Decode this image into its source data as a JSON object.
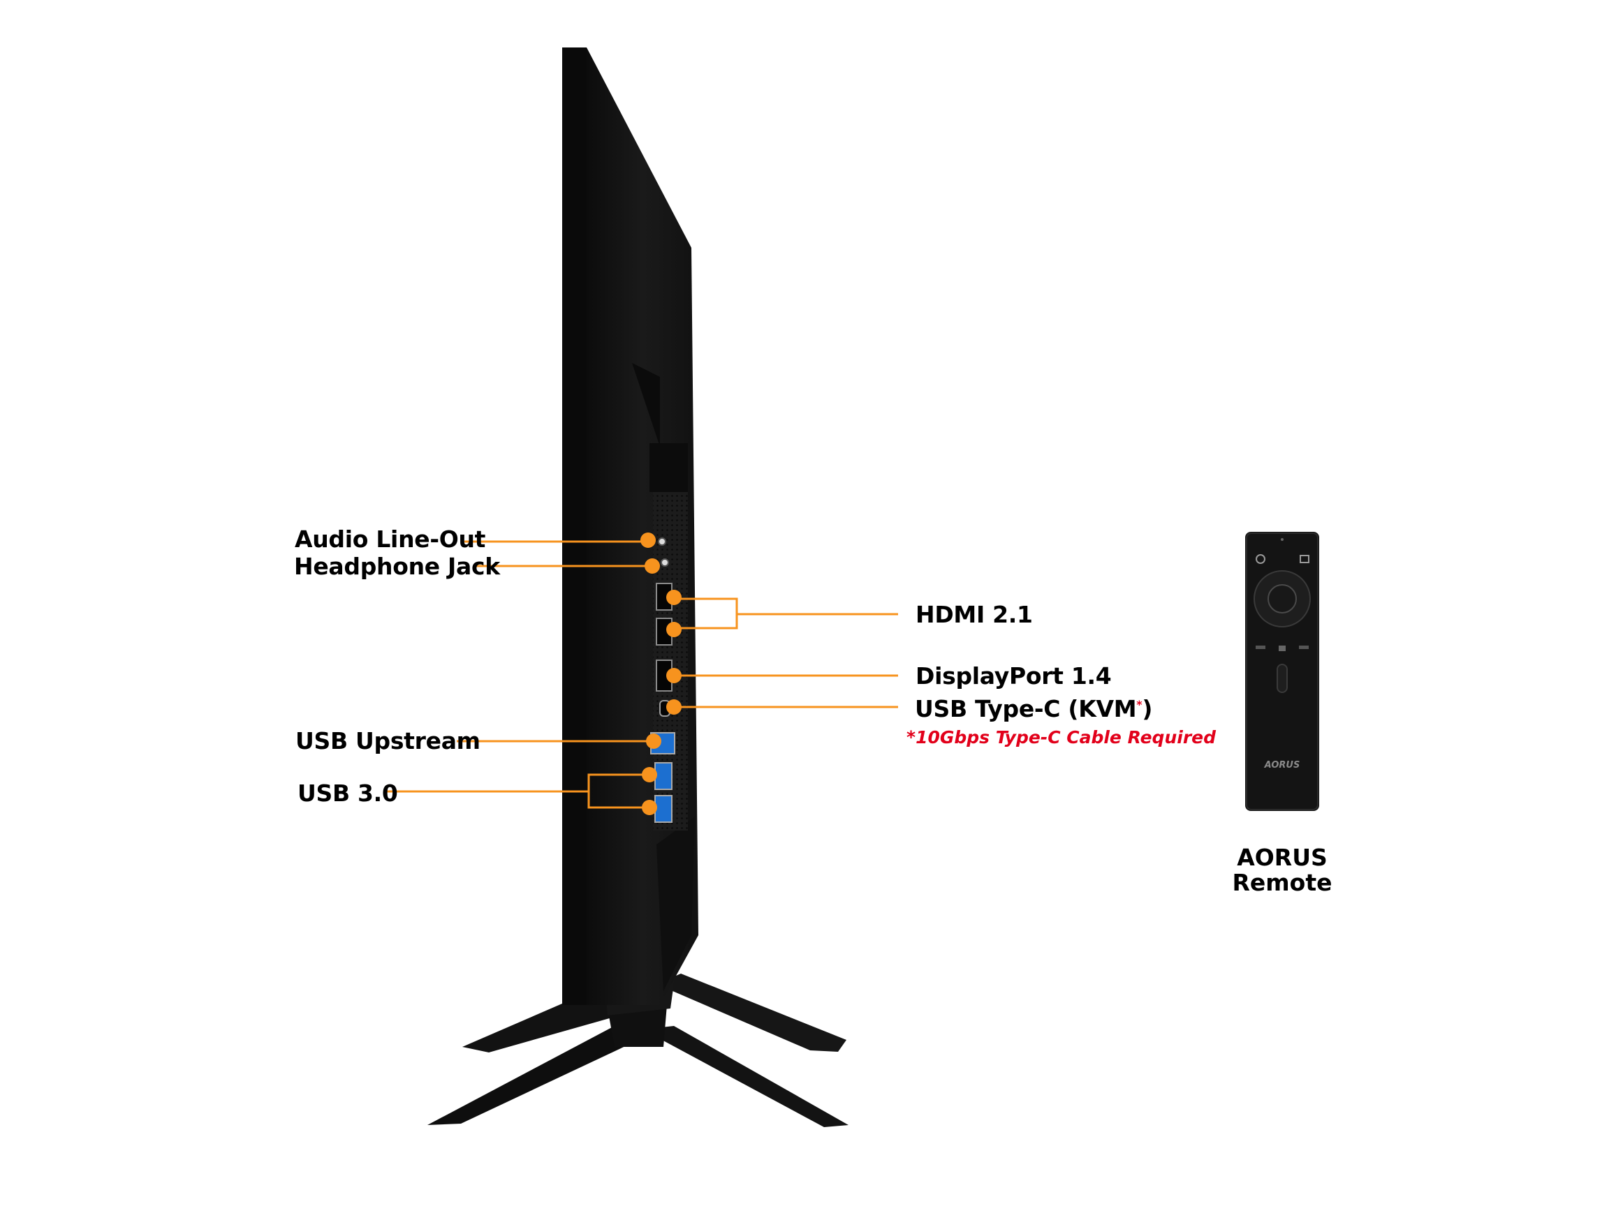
{
  "labels": {
    "audio_line_out": "Audio Line-Out",
    "headphone_jack": "Headphone Jack",
    "usb_upstream": "USB Upstream",
    "usb_30": "USB 3.0",
    "hdmi": "HDMI 2.1",
    "displayport": "DisplayPort 1.4",
    "usb_typec": "USB Type-C (KVM",
    "usb_typec_star": "*",
    "usb_typec_close": ")",
    "cable_note": "*10Gbps Type-C Cable Required"
  },
  "remote": {
    "caption_line1": "AORUS",
    "caption_line2": "Remote",
    "logo_text": "AORUS"
  },
  "colors": {
    "callout": "#f7931e",
    "note": "#e2001a",
    "monitor": "#141414",
    "background": "#ffffff"
  }
}
